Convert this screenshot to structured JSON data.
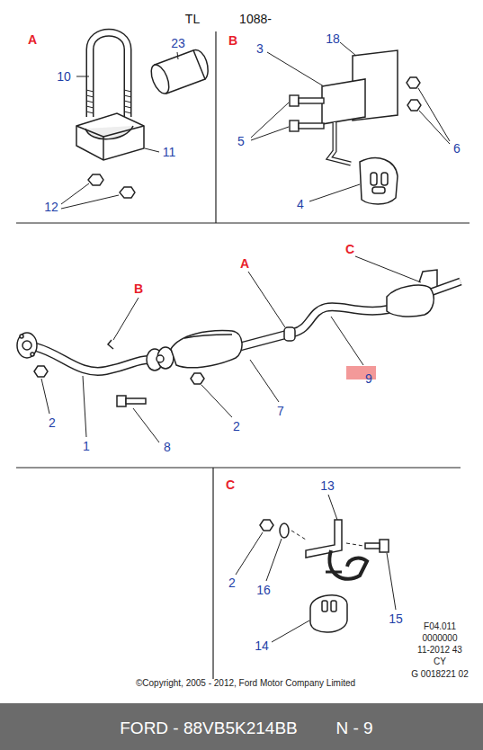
{
  "diagram": {
    "labels": [
      "TL",
      "1088-",
      "A",
      "10",
      "23",
      "11",
      "12",
      "B",
      "3",
      "18",
      "5",
      "6",
      "4",
      "C",
      "A",
      "B",
      "9",
      "2",
      "1",
      "8",
      "2",
      "7",
      "C",
      "13",
      "2",
      "16",
      "15",
      "14",
      "F04.011",
      "0000000",
      "11-2012 43",
      "CY",
      "G 0018221 02",
      "©Copyright, 2005 - 2012, Ford Motor Company Limited",
      "FORD - 88VB5K214BB",
      "N - 9"
    ]
  }
}
